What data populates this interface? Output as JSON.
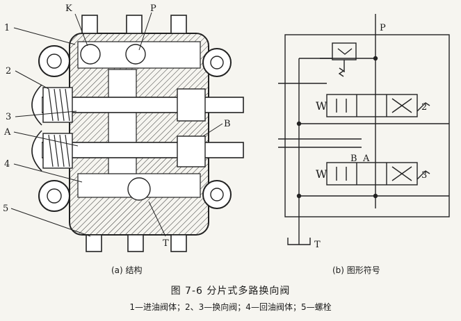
{
  "caption": {
    "title": "图 7-6    分片式多路换向阀",
    "legend": "1—进油阀体；2、3—换向阀；4—回油阀体；5—螺栓"
  },
  "panel_a": {
    "subcaption": "(a) 结构",
    "labels": {
      "n1": "1",
      "n2": "2",
      "n3": "3",
      "nA": "A",
      "n4": "4",
      "n5": "5",
      "K": "K",
      "P": "P",
      "B": "B",
      "T": "T"
    }
  },
  "panel_b": {
    "subcaption": "(b) 图形符号",
    "labels": {
      "P": "P",
      "T": "T",
      "n2": "2",
      "n3": "3",
      "B": "B",
      "A": "A",
      "W1": "W",
      "W2": "W"
    }
  }
}
